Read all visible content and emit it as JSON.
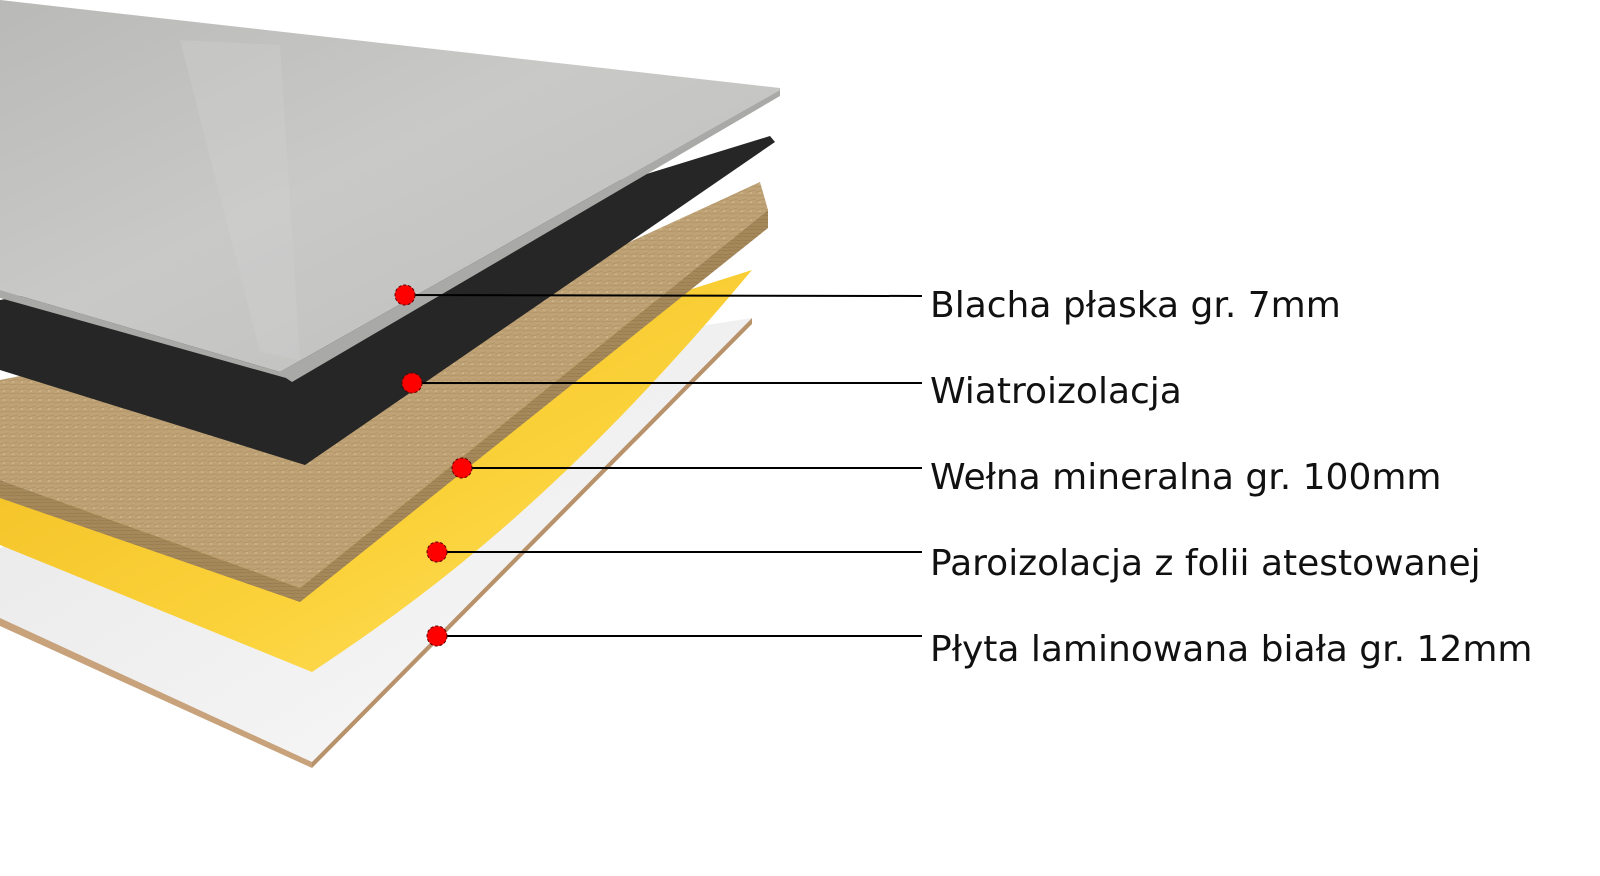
{
  "layers": [
    {
      "id": "sheet-metal",
      "label": "Blacha płaska gr. 7mm"
    },
    {
      "id": "wind-barrier",
      "label": "Wiatroizolacja"
    },
    {
      "id": "mineral-wool",
      "label": "Wełna mineralna gr. 100mm"
    },
    {
      "id": "vapor-barrier",
      "label": "Paroizolacja z folii atestowanej"
    },
    {
      "id": "laminated-board",
      "label": "Płyta laminowana biała gr. 12mm"
    }
  ],
  "colors": {
    "sheet_metal": "#c4c4c2",
    "sheet_metal_edge": "#a9a9a7",
    "wind_barrier": "#262626",
    "mineral_wool_top": "#c2a87c",
    "mineral_wool_side": "#a88b5e",
    "vapor_barrier": "#f7c52a",
    "laminated_board": "#f1f1f1",
    "board_edge": "#c7a27a",
    "marker": "#ff0000",
    "leader": "#000000"
  }
}
